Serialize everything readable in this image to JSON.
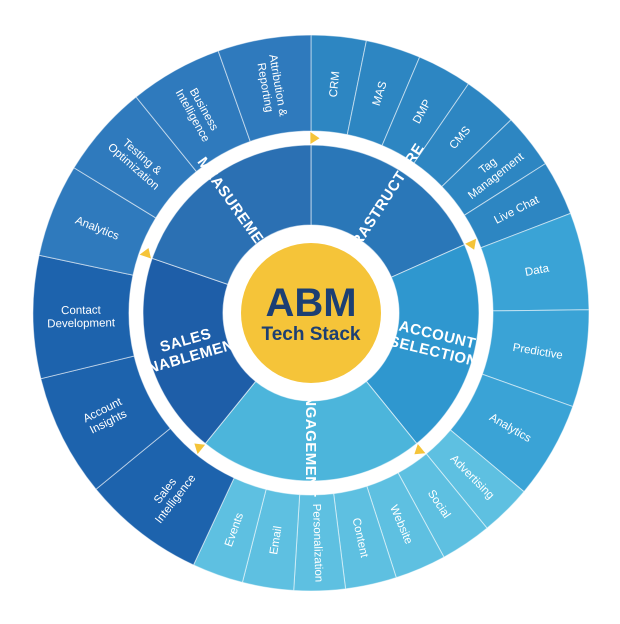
{
  "center": {
    "title": "ABM",
    "subtitle": "Tech Stack"
  },
  "colors": {
    "hub": "#f5c439",
    "ring_gap": "#ffffff",
    "divider": "#ffffff",
    "arrow": "#f5c439",
    "title_text": "#1c3f73"
  },
  "categories": [
    {
      "id": "infrastructure",
      "name": "INFRASTRUCTURE",
      "inner_color": "#2a77b8",
      "outer_color": "#2d86c2",
      "items": [
        "CRM",
        "MAS",
        "DMP",
        "CMS",
        "Tag Management",
        "Live Chat"
      ]
    },
    {
      "id": "account-selection",
      "name": "ACCOUNT SELECTION",
      "inner_color": "#2f97cf",
      "outer_color": "#3aa3d6",
      "items": [
        "Data",
        "Predictive",
        "Analytics"
      ]
    },
    {
      "id": "engagement",
      "name": "ENGAGEMENT",
      "inner_color": "#4cb5db",
      "outer_color": "#5ec0e1",
      "items": [
        "Advertising",
        "Social",
        "Website",
        "Content",
        "Personalization",
        "Email",
        "Events"
      ]
    },
    {
      "id": "sales-enablement",
      "name": "SALES ENABLEMENT",
      "inner_color": "#1e5ea8",
      "outer_color": "#1d63ad",
      "items": [
        "Sales Intelligence",
        "Account Insights",
        "Contact Development"
      ]
    },
    {
      "id": "measurement",
      "name": "MEASUREMENT",
      "inner_color": "#2b70b3",
      "outer_color": "#2f7abd",
      "items": [
        "Analytics",
        "Testing & Optimization",
        "Business Intelligence",
        "Attribution & Reporting"
      ]
    }
  ]
}
